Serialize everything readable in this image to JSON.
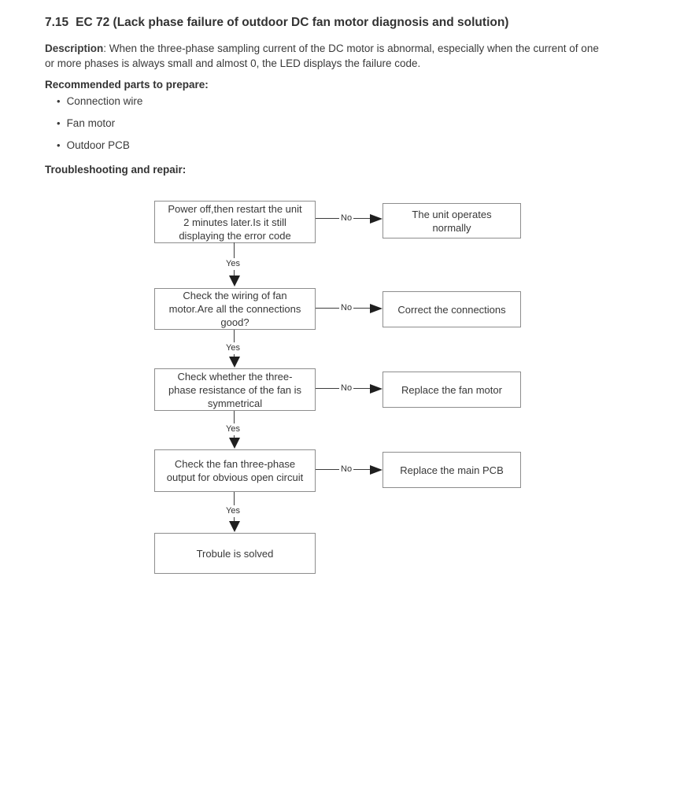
{
  "header": {
    "section_number": "7.15",
    "section_title": "EC 72 (Lack phase failure of outdoor DC fan motor diagnosis and solution)"
  },
  "description": {
    "label": "Description",
    "line1": ": When the three-phase sampling current of the DC motor is abnormal, especially when the current of one",
    "line2": "or more phases is always small and almost 0, the LED displays the failure code."
  },
  "parts": {
    "heading": "Recommended parts to prepare:",
    "items": [
      "Connection wire",
      "Fan motor",
      "Outdoor PCB"
    ]
  },
  "troubleshooting": {
    "heading": "Troubleshooting and repair:"
  },
  "flowchart": {
    "labels": {
      "yes": "Yes",
      "no": "No"
    },
    "steps": [
      {
        "lines": [
          "Power off,then restart the unit",
          "2 minutes later.Is it still",
          "displaying the error code"
        ]
      },
      {
        "lines": [
          "Check the wiring of fan",
          "motor.Are all the connections",
          "good?"
        ]
      },
      {
        "lines": [
          "Check whether the three-",
          "phase resistance of the fan is",
          "symmetrical"
        ]
      },
      {
        "lines": [
          "Check the fan three-phase",
          "output for obvious open circuit"
        ]
      },
      {
        "lines": [
          "Trobule is solved"
        ]
      }
    ],
    "outcomes": [
      {
        "lines": [
          "The unit operates",
          "normally"
        ]
      },
      {
        "lines": [
          "Correct the connections"
        ]
      },
      {
        "lines": [
          "Replace the fan motor"
        ]
      },
      {
        "lines": [
          "Replace the main PCB"
        ]
      }
    ]
  },
  "colors": {
    "text": "#3a3a3a",
    "box_border": "#8d8d8d",
    "connector_line": "#3d3d3d",
    "arrowhead": "#1f1f1f",
    "background": "#ffffff"
  }
}
